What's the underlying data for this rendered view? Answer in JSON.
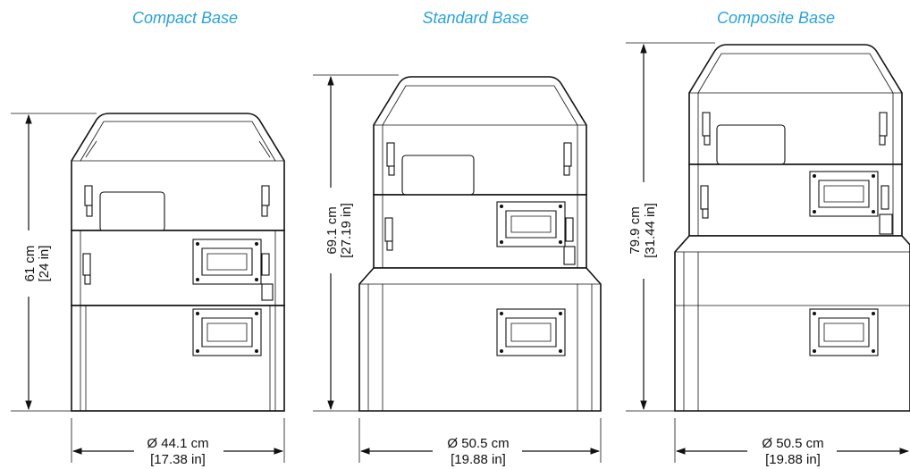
{
  "units": [
    {
      "title": "Compact Base",
      "height_cm": "61 cm",
      "height_in": "[24 in]",
      "width_cm": "Ø 44.1 cm",
      "width_in": "[17.38 in]"
    },
    {
      "title": "Standard Base",
      "height_cm": "69.1 cm",
      "height_in": "[27.19 in]",
      "width_cm": "Ø 50.5 cm",
      "width_in": "[19.88 in]"
    },
    {
      "title": "Composite Base",
      "height_cm": "79.9 cm",
      "height_in": "[31.44 in]",
      "width_cm": "Ø 50.5 cm",
      "width_in": "[19.88 in]"
    }
  ],
  "colors": {
    "title": "#29a3dd",
    "ink": "#111111",
    "background": "#ffffff"
  },
  "icons": [
    "arrow-head-icon",
    "handle-icon",
    "latch-icon"
  ]
}
